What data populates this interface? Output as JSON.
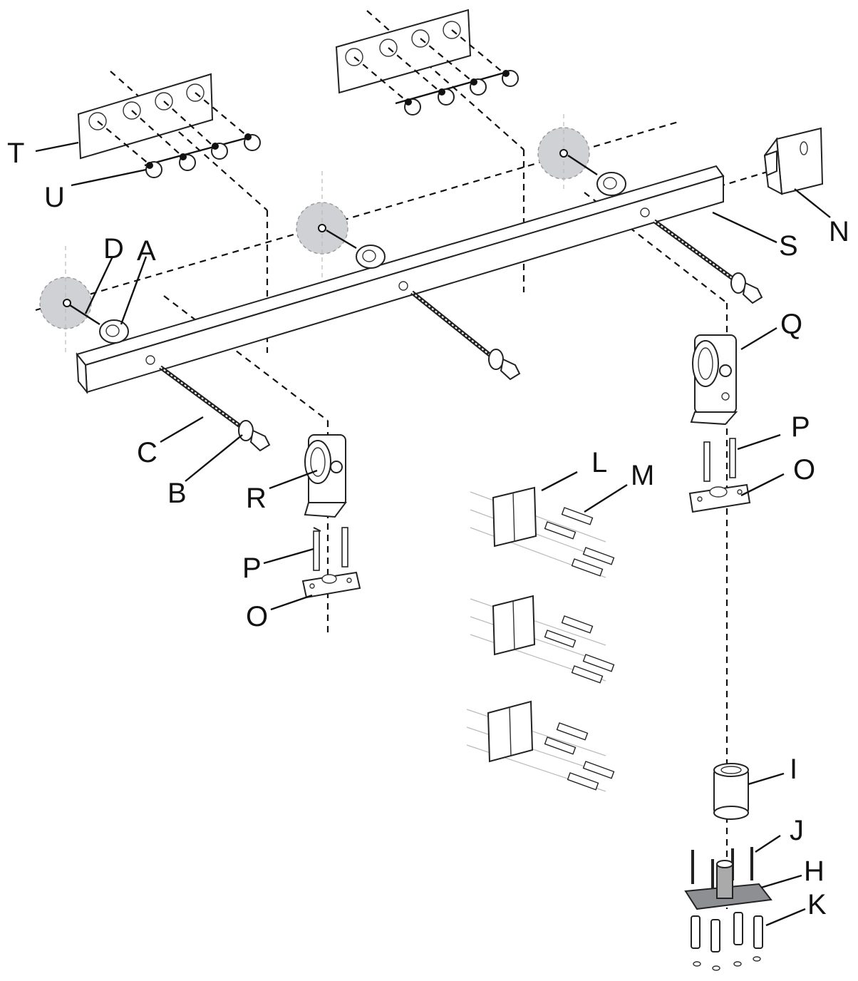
{
  "diagram": {
    "type": "exploded-assembly-drawing",
    "labels": {
      "A": "A",
      "B": "B",
      "C": "C",
      "D": "D",
      "H": "H",
      "I": "I",
      "J": "J",
      "K": "K",
      "L": "L",
      "M": "M",
      "N": "N",
      "O1": "O",
      "O2": "O",
      "P1": "P",
      "P2": "P",
      "Q": "Q",
      "R": "R",
      "S": "S",
      "T": "T",
      "U": "U"
    }
  }
}
